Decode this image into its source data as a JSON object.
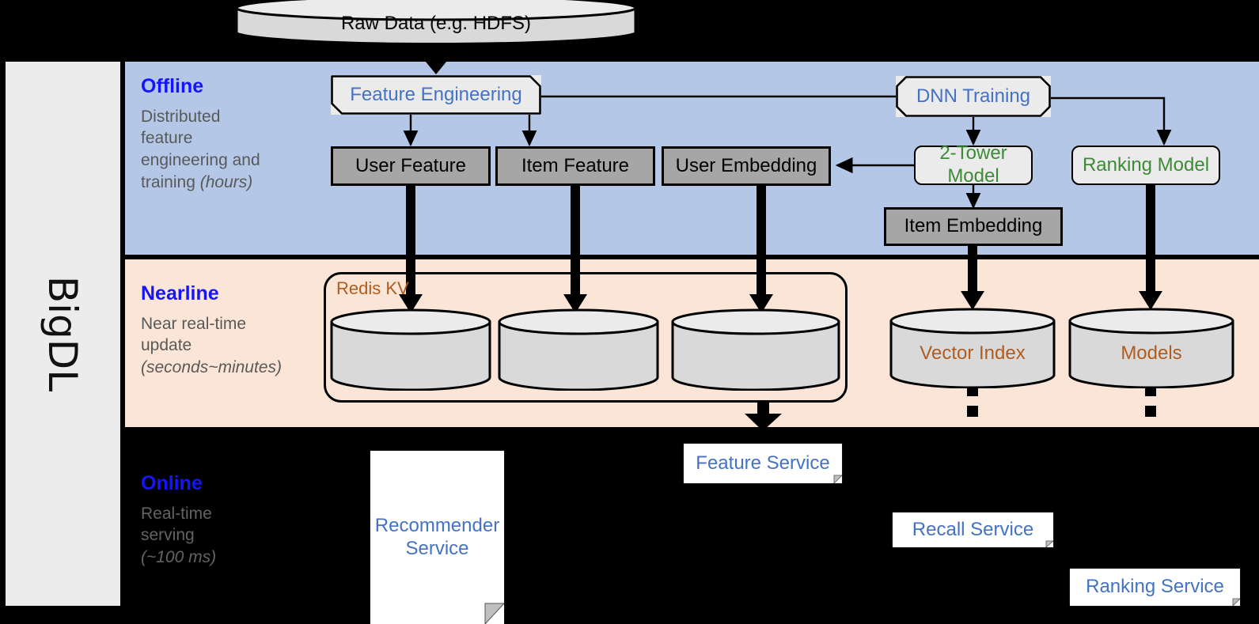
{
  "sidebar": {
    "label": "BigDL"
  },
  "bands": [
    {
      "key": "offline",
      "title": "Offline",
      "subtitle": "Distributed feature engineering and ",
      "subtitle_em": "(hours)",
      "bg": "#b4c7e7"
    },
    {
      "key": "nearline",
      "title": "Nearline",
      "subtitle": "Near real-time update ",
      "subtitle_em": "(seconds~minutes)",
      "bg": "#fbe5d6"
    },
    {
      "key": "online",
      "title": "Online",
      "subtitle": "Real-time serving ",
      "subtitle_em": "(~100 ms)",
      "bg": "#000000"
    }
  ],
  "offline_subtitle_line1": "Distributed",
  "offline_subtitle_line2": "feature",
  "offline_subtitle_line3": "engineering and",
  "offline_subtitle_line4": "training ",
  "offline_subtitle_em": "(hours)",
  "nearline_subtitle_line1": "Near real-time",
  "nearline_subtitle_line2": "update",
  "nearline_subtitle_em": "(seconds~minutes)",
  "online_subtitle_line1": "Real-time",
  "online_subtitle_line2": "serving",
  "online_subtitle_em": "(~100 ms)",
  "nodes": {
    "raw_data": "Raw Data (e.g. HDFS)",
    "feature_engineering": "Feature Engineering",
    "dnn_training": "DNN Training",
    "user_feature": "User Feature",
    "item_feature": "Item Feature",
    "user_embedding": "User Embedding",
    "two_tower_model": "2-Tower Model",
    "ranking_model": "Ranking Model",
    "item_embedding": "Item Embedding",
    "redis_kv": "Redis KV",
    "vector_index": "Vector Index",
    "models": "Models",
    "feature_service": "Feature Service",
    "recommender_service_l1": "Recommender",
    "recommender_service_l2": "Service",
    "recall_service": "Recall Service",
    "ranking_service": "Ranking Service"
  },
  "colors": {
    "offline_band": "#b4c7e7",
    "nearline_band": "#fbe5d6",
    "online_band": "#000000",
    "band_title": "#1414ff",
    "band_subtitle": "#595959",
    "grey_box": "#a6a6a6",
    "process_box": "#ebebeb",
    "green_text": "#3d8b37",
    "blue_text": "#4472c4",
    "brown_text": "#b05c1e",
    "sidebar_bg": "#ececec",
    "cylinder_body": "#d9d9d9",
    "cylinder_top": "#ebebeb"
  }
}
